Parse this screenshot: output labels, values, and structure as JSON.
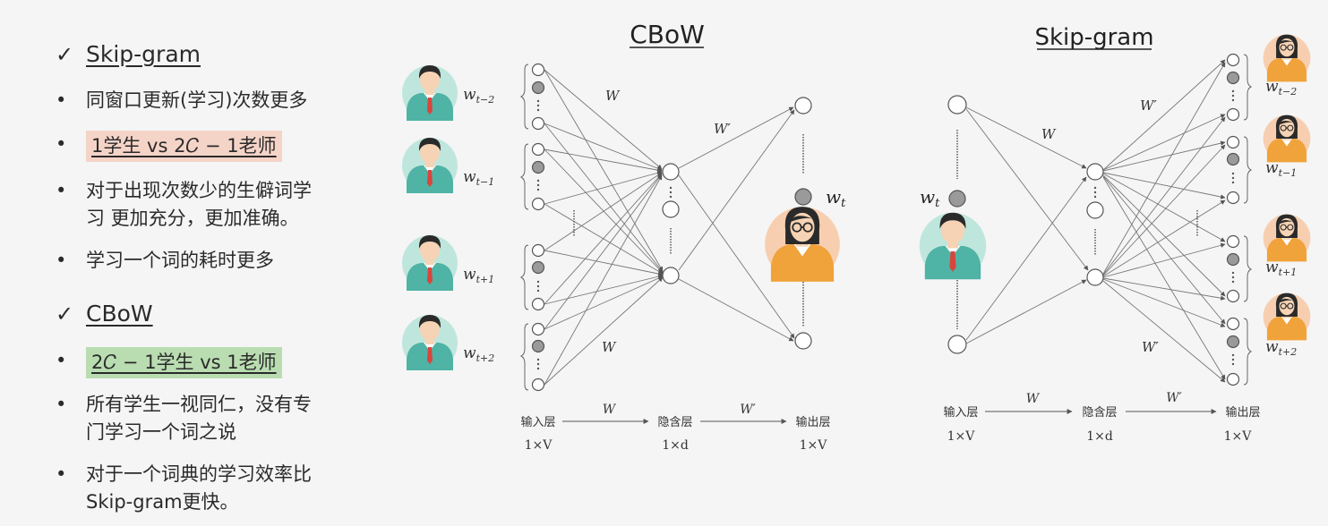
{
  "left": {
    "skipgram": {
      "check": "✓",
      "title": "Skip-gram",
      "bullets": [
        "同窗口更新(学习)次数更多",
        "1学生 vs 2𝐶 − 1老师",
        "对于出现次数少的生僻词学",
        "习 更加充分，更加准确。",
        "学习一个词的耗时更多"
      ]
    },
    "cbow": {
      "check": "✓",
      "title": "CBoW",
      "bullets": [
        "2𝐶 − 1学生 vs 1老师",
        "所有学生一视同仁，没有专",
        "门学习一个词之说",
        "对于一个词典的学习效率比",
        "Skip-gram更快。"
      ]
    },
    "bullet_char": "•"
  },
  "cbow_diagram": {
    "title": "CBoW",
    "context_words": [
      {
        "base": "w",
        "sub": "t−2"
      },
      {
        "base": "w",
        "sub": "t−1"
      },
      {
        "base": "w",
        "sub": "t+1"
      },
      {
        "base": "w",
        "sub": "t+2"
      }
    ],
    "target_word": {
      "base": "w",
      "sub": "t"
    },
    "weight_in": "W",
    "weight_out": "W′",
    "layers": [
      "输入层",
      "隐含层",
      "输出层"
    ],
    "dims": [
      "1×V",
      "1×d",
      "1×V"
    ]
  },
  "skipgram_diagram": {
    "title": "Skip-gram",
    "input_word": {
      "base": "w",
      "sub": "t"
    },
    "context_words": [
      {
        "base": "w",
        "sub": "t−2"
      },
      {
        "base": "w",
        "sub": "t−1"
      },
      {
        "base": "w",
        "sub": "t+1"
      },
      {
        "base": "w",
        "sub": "t+2"
      }
    ],
    "weight_in": "W",
    "weight_out": "W′",
    "layers": [
      "输入层",
      "隐含层",
      "输出层"
    ],
    "dims": [
      "1×V",
      "1×d",
      "1×V"
    ]
  },
  "colors": {
    "student_bg": "#bfe6dd",
    "student_shirt": "#4fb3a5",
    "teacher_bg": "#f7cfb0",
    "teacher_shirt": "#f0a33b",
    "hair": "#2a2a2a",
    "skin": "#f6d3b4",
    "node_fill_gray": "#9a9a9a",
    "highlight_pink": "#f5d4c8",
    "highlight_green": "#b9ddb1"
  }
}
